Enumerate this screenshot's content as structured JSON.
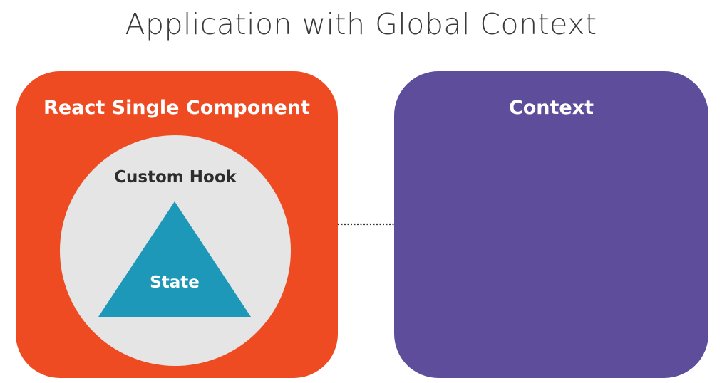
{
  "title": "Application with Global Context",
  "react_box": {
    "label": "React Single Component",
    "color": "#ee4b22"
  },
  "custom_hook": {
    "label": "Custom Hook",
    "color": "#e5e5e5"
  },
  "state": {
    "label": "State",
    "color": "#1e98b8"
  },
  "context_box": {
    "label": "Context",
    "color": "#5e4d9b"
  },
  "connector": {
    "style": "dotted",
    "color": "#333333"
  }
}
